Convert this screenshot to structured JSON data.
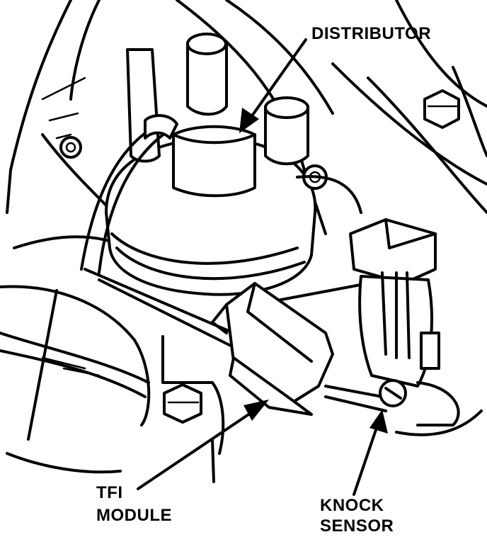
{
  "labels": {
    "distributor": "DISTRIBUTOR",
    "tfi_line1": "TFI",
    "tfi_line2": "MODULE",
    "knock_line1": "KNOCK",
    "knock_line2": "SENSOR"
  },
  "colors": {
    "ink": "#000000",
    "paper": "#ffffff"
  }
}
